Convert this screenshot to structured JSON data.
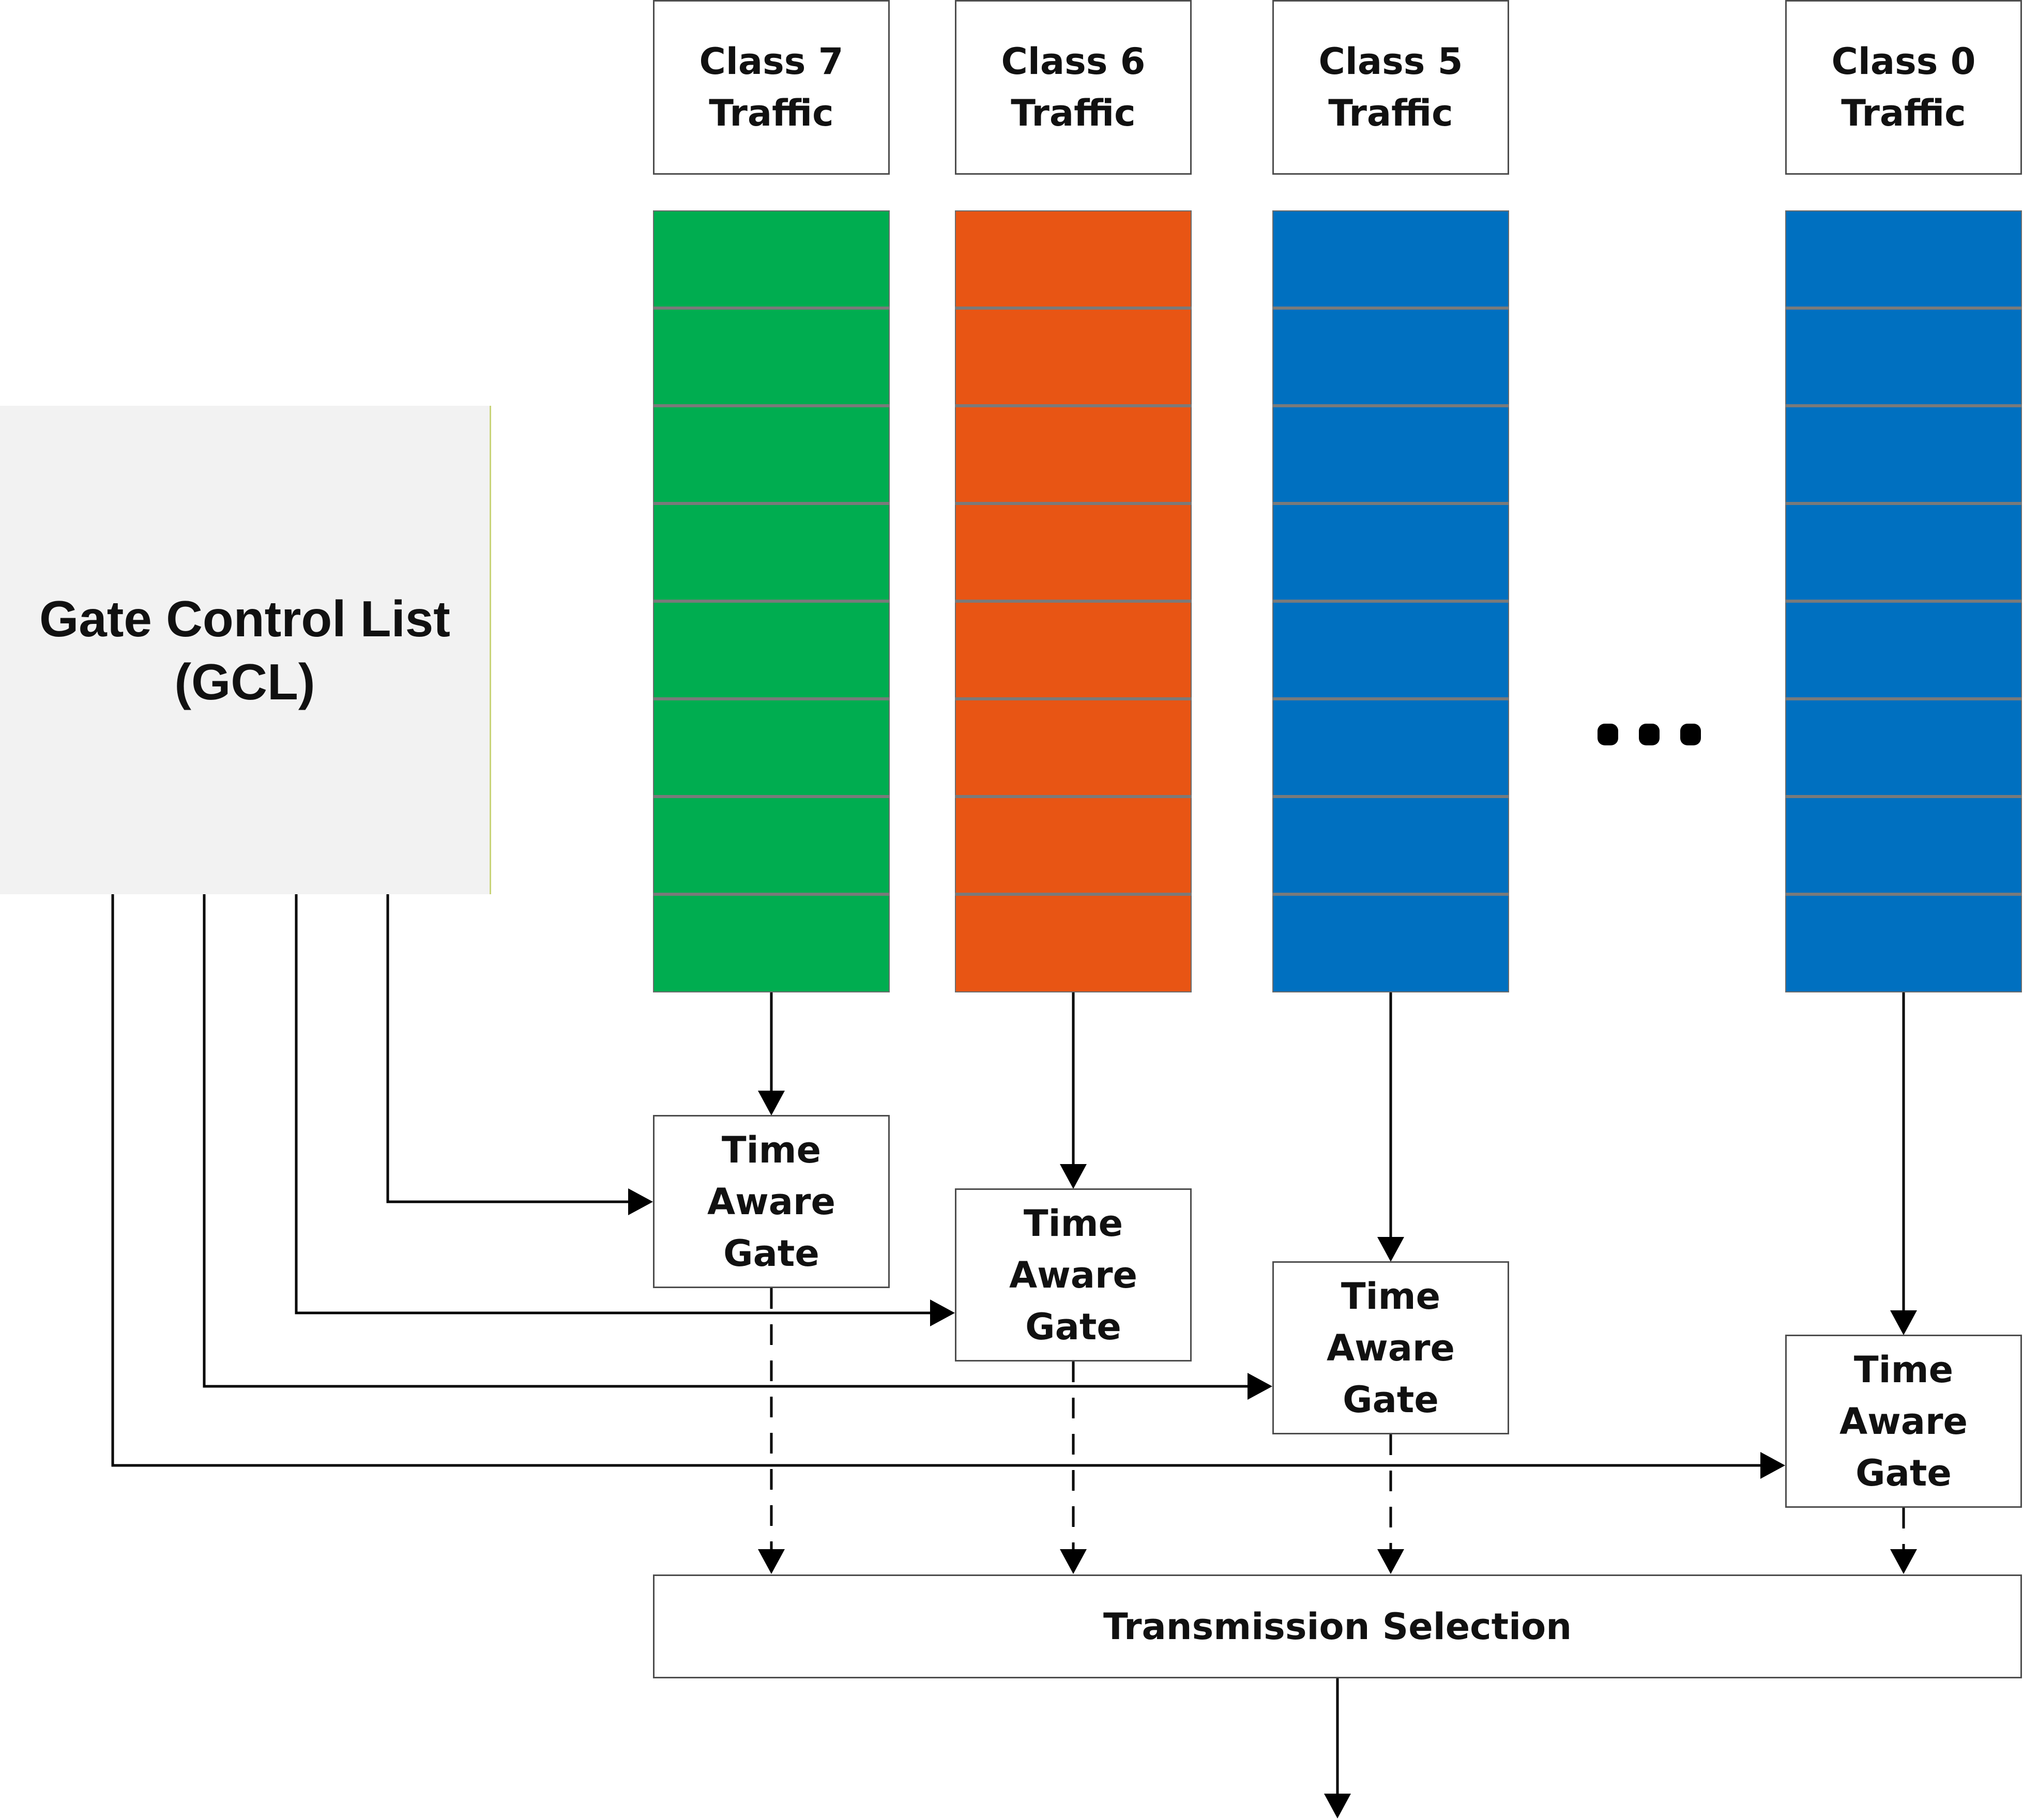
{
  "gcl": {
    "line1": "Gate Control List",
    "line2": "(GCL)",
    "color": "#f2f2f2"
  },
  "classes": [
    {
      "line1": "Class 7",
      "line2": "Traffic",
      "color": "#00ad50"
    },
    {
      "line1": "Class 6",
      "line2": "Traffic",
      "color": "#e85514"
    },
    {
      "line1": "Class 5",
      "line2": "Traffic",
      "color": "#0070c0"
    },
    {
      "line1": "Class 0",
      "line2": "Traffic",
      "color": "#0070c0"
    }
  ],
  "gate": {
    "line1": "Time",
    "line2": "Aware",
    "line3": "Gate"
  },
  "ellipsis": "...",
  "transmission_selection": "Transmission Selection"
}
